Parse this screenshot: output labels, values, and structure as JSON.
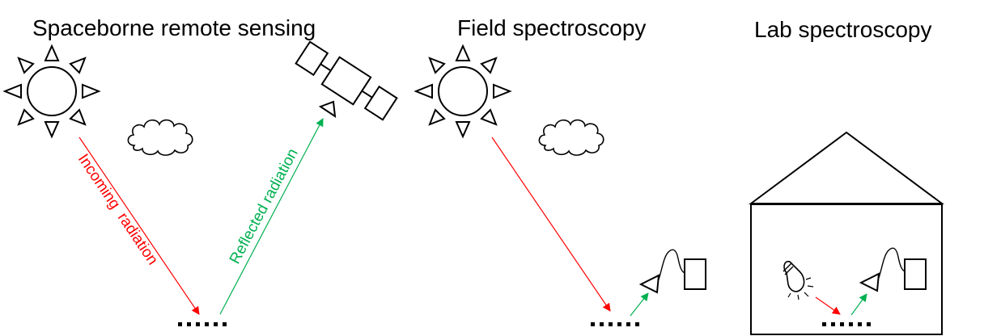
{
  "panels": {
    "spaceborne": {
      "title": "Spaceborne remote sensing"
    },
    "field": {
      "title": "Field spectroscopy"
    },
    "lab": {
      "title": "Lab spectroscopy"
    }
  },
  "labels": {
    "incoming": "Incoming  radiation",
    "reflected": "Reflected radiation"
  },
  "colors": {
    "incoming": "#ff0000",
    "reflected": "#00b050",
    "outline": "#000000"
  },
  "icons": [
    "sun-icon",
    "cloud-icon",
    "satellite-icon",
    "sensor-icon",
    "spectrometer-icon",
    "house-icon",
    "light-bulb-icon",
    "target-surface-icon"
  ]
}
